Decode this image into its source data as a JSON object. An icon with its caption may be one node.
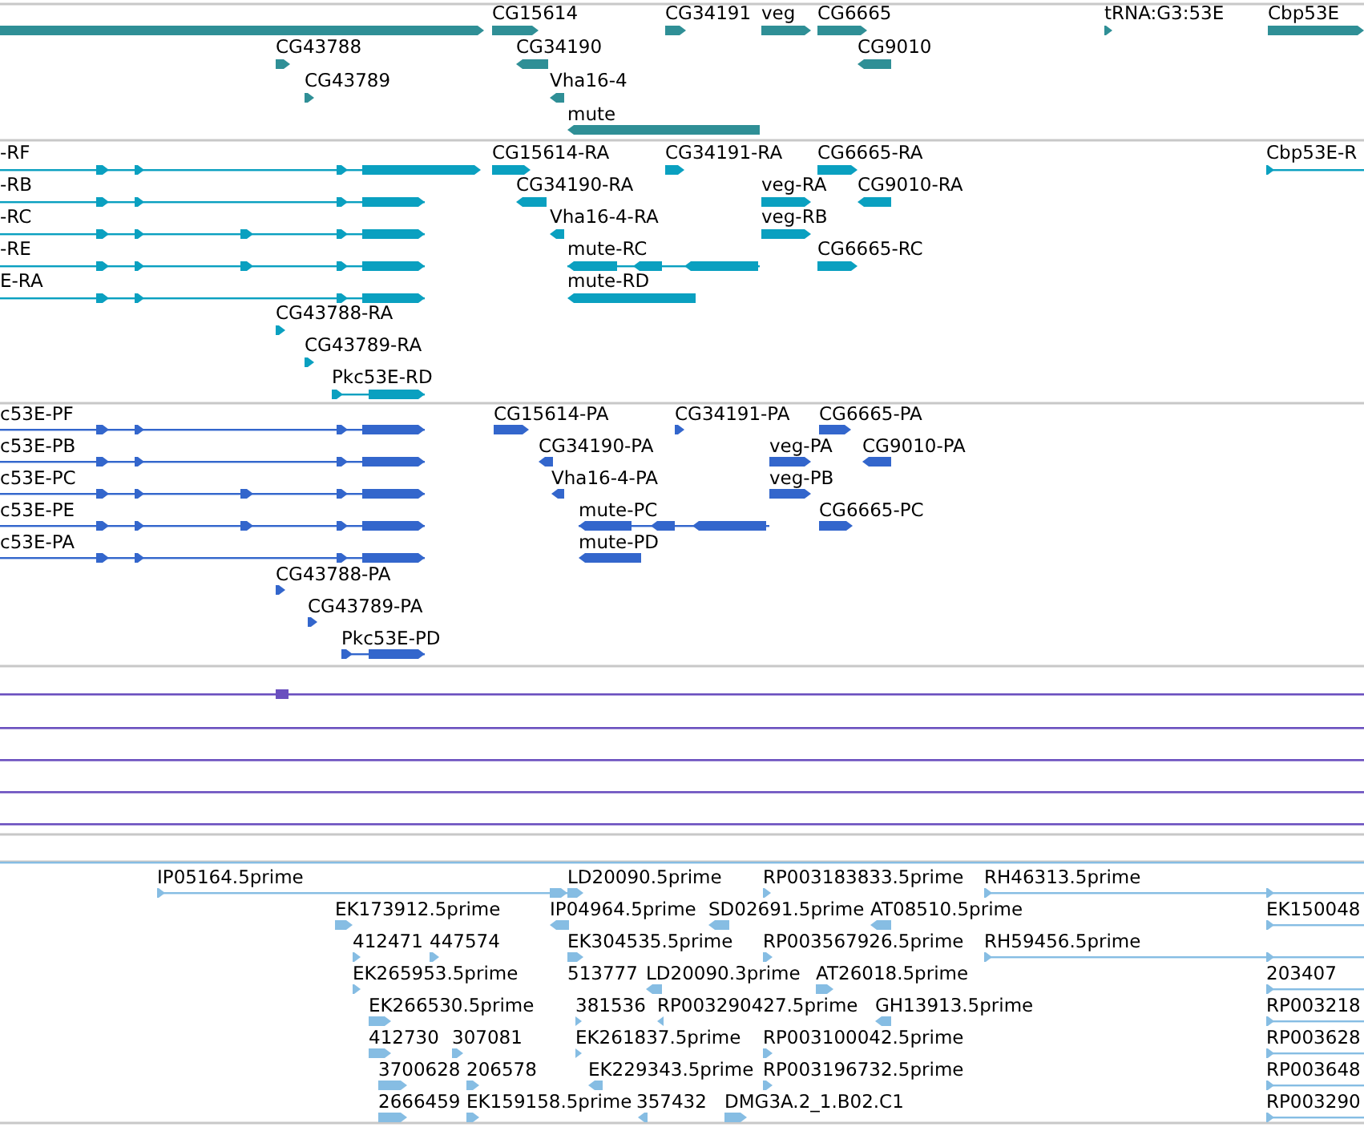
{
  "diagram": {
    "labels": [
      "CG15614",
      "CG34191",
      "veg",
      "CG6665",
      "tRNA:G3:53E",
      "Cbp53E",
      "CG43788",
      "CG34190",
      "CG9010",
      "CG43789",
      "Vha16-4",
      "mute",
      "-RF",
      "CG15614-RA",
      "CG34191-RA",
      "CG6665-RA",
      "Cbp53E-R",
      "-RB",
      "CG34190-RA",
      "veg-RA",
      "CG9010-RA",
      "-RC",
      "Vha16-4-RA",
      "veg-RB",
      "-RE",
      "mute-RC",
      "CG6665-RC",
      "E-RA",
      "mute-RD",
      "CG43788-RA",
      "CG43789-RA",
      "Pkc53E-RD",
      "c53E-PF",
      "CG15614-PA",
      "CG34191-PA",
      "CG6665-PA",
      "c53E-PB",
      "CG34190-PA",
      "veg-PA",
      "CG9010-PA",
      "c53E-PC",
      "Vha16-4-PA",
      "veg-PB",
      "c53E-PE",
      "mute-PC",
      "CG6665-PC",
      "c53E-PA",
      "mute-PD",
      "CG43788-PA",
      "CG43789-PA",
      "Pkc53E-PD",
      "IP05164.5prime",
      "LD20090.5prime",
      "RP003183833.5prime",
      "RH46313.5prime",
      "EK173912.5prime",
      "IP04964.5prime",
      "SD02691.5prime",
      "AT08510.5prime",
      "EK150048",
      "412471",
      "447574",
      "EK304535.5prime",
      "RP003567926.5prime",
      "RH59456.5prime",
      "EK265953.5prime",
      "513777",
      "LD20090.3prime",
      "AT26018.5prime",
      "203407",
      "EK266530.5prime",
      "381536",
      "RP003290427.5prime",
      "GH13913.5prime",
      "RP003218",
      "412730",
      "307081",
      "EK261837.5prime",
      "RP003100042.5prime",
      "RP003628",
      "3700628",
      "206578",
      "EK229343.5prime",
      "RP003196732.5prime",
      "RP003648",
      "2666459",
      "EK159158.5prime",
      "357432",
      "DMG3A.2_1.B02.C1",
      "RP003290"
    ]
  }
}
